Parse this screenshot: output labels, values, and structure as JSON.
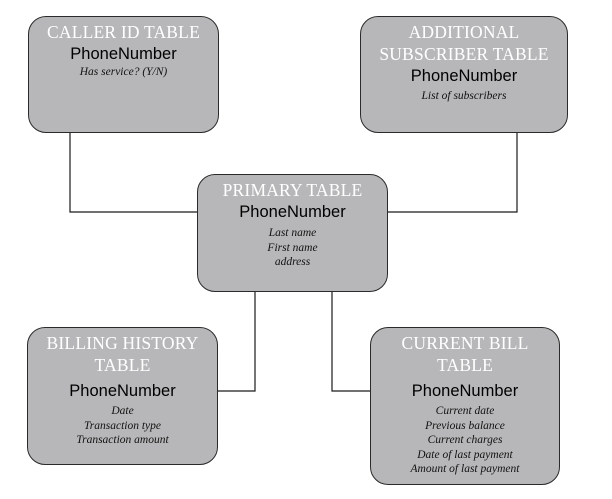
{
  "diagram": {
    "primary": {
      "title": "PRIMARY TABLE",
      "key": "PhoneNumber",
      "fields": [
        "Last name",
        "First name",
        "address"
      ]
    },
    "caller_id": {
      "title": "CALLER ID TABLE",
      "key": "PhoneNumber",
      "fields": [
        "Has service? (Y/N)"
      ]
    },
    "additional_subscriber": {
      "title_lines": [
        "ADDITIONAL",
        "SUBSCRIBER TABLE"
      ],
      "key": "PhoneNumber",
      "fields": [
        "List of subscribers"
      ]
    },
    "billing_history": {
      "title_lines": [
        "BILLING HISTORY",
        "TABLE"
      ],
      "key": "PhoneNumber",
      "fields": [
        "Date",
        "Transaction type",
        "Transaction amount"
      ]
    },
    "current_bill": {
      "title_lines": [
        "CURRENT BILL",
        "TABLE"
      ],
      "key": "PhoneNumber",
      "fields": [
        "Current date",
        "Previous balance",
        "Current charges",
        "Date of last payment",
        "Amount of last payment"
      ]
    }
  },
  "colors": {
    "box_fill": "#b7b7b9",
    "title_text": "#ffffff",
    "line": "#1a1a1a"
  }
}
